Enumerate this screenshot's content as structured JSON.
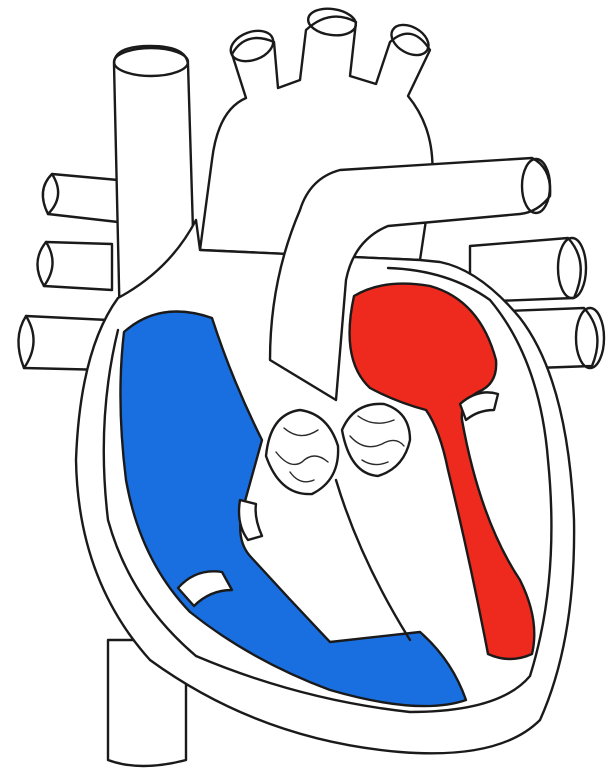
{
  "colors": {
    "background": "#ffffff",
    "outline": "#1a1a1a",
    "deoxygenated_blood": "#1a6fe0",
    "oxygenated_blood": "#ee2a1e"
  },
  "structures": [
    "superior-vena-cava",
    "inferior-vena-cava",
    "aortic-arch",
    "pulmonary-artery",
    "pulmonary-veins",
    "right-atrium",
    "right-ventricle",
    "left-atrium",
    "left-ventricle",
    "heart-valves",
    "septum"
  ]
}
